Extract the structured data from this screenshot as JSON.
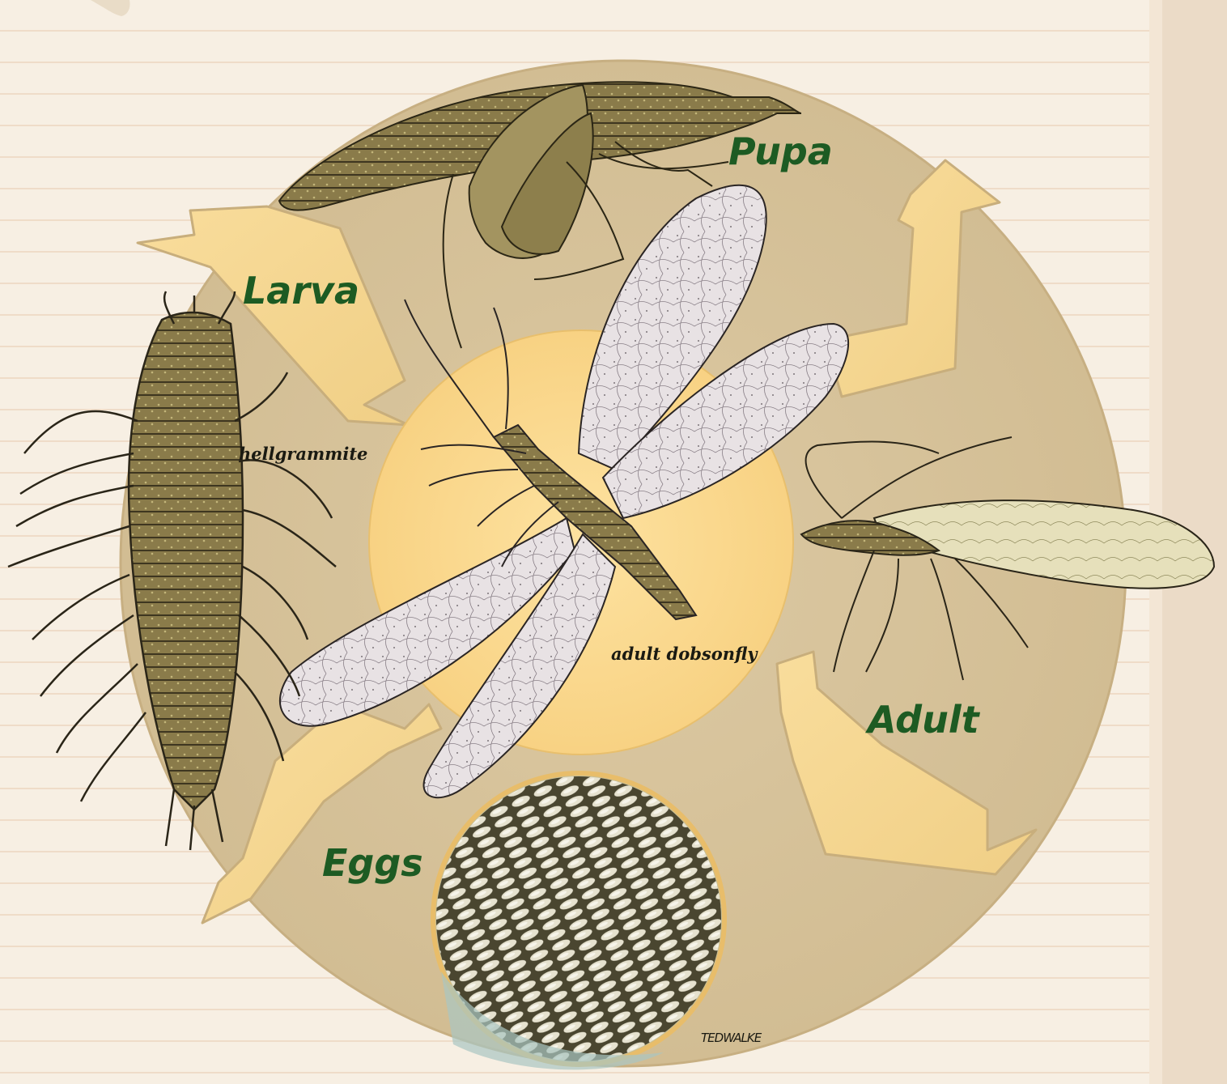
{
  "diagram": {
    "stages": {
      "pupa": "Pupa",
      "larva": "Larva",
      "adult": "Adult",
      "eggs": "Eggs"
    },
    "captions": {
      "larva_name": "hellgrammite",
      "adult_name": "adult dobsonfly"
    },
    "signature": "TEDWALKE"
  },
  "colors": {
    "page_background": "#f7efe3",
    "page_lines": "#efd9c4",
    "right_panel": "#ecdcc8",
    "disc": "#d6c29a",
    "disc_edge": "#c9b184",
    "arrow_fill": "#f6d793",
    "center_circle": "#fbd98c",
    "label_green": "#1d5b23",
    "insect_body": "#7d6e40",
    "wing_fill": "#e9e2e3"
  }
}
